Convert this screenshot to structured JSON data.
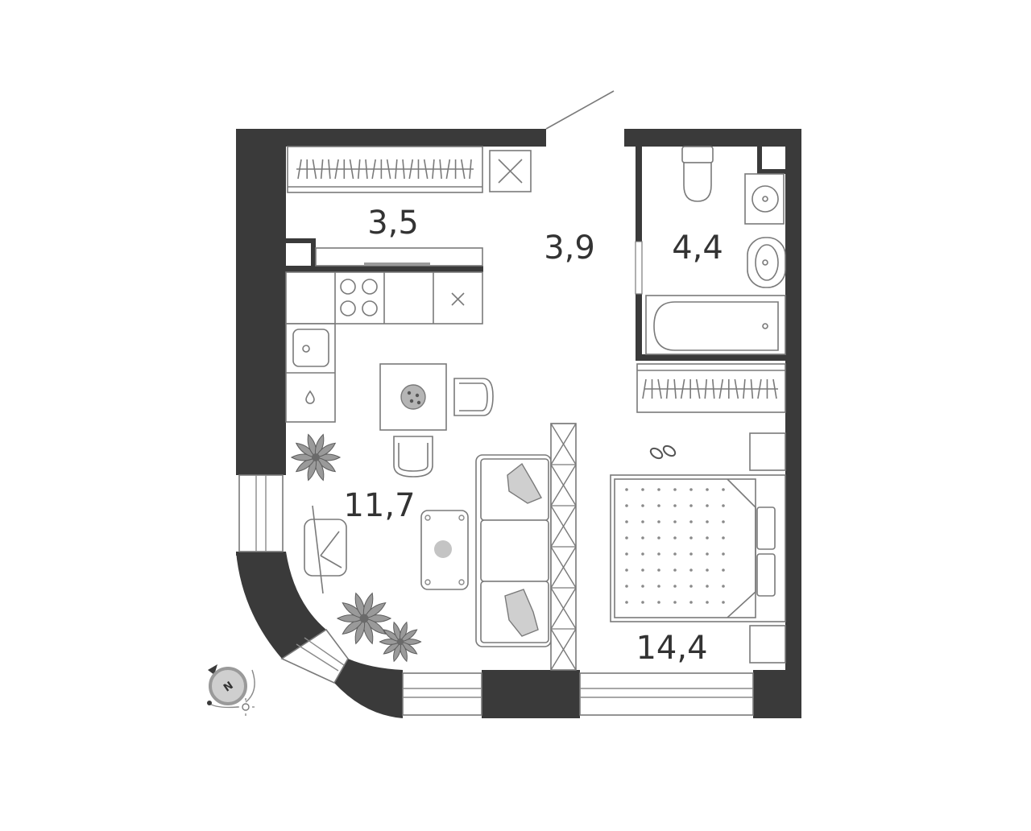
{
  "plan": {
    "rooms": [
      {
        "id": "wardrobe",
        "area": "3,5"
      },
      {
        "id": "hall",
        "area": "3,9"
      },
      {
        "id": "bathroom",
        "area": "4,4"
      },
      {
        "id": "kitchen-living",
        "area": "11,7"
      },
      {
        "id": "bedroom",
        "area": "14,4"
      }
    ],
    "compass": {
      "letter": "N"
    },
    "colors": {
      "wall": "#3a3a3a",
      "line": "#7a7a7a",
      "plant": "#8a8a8a",
      "background": "#ffffff"
    }
  }
}
